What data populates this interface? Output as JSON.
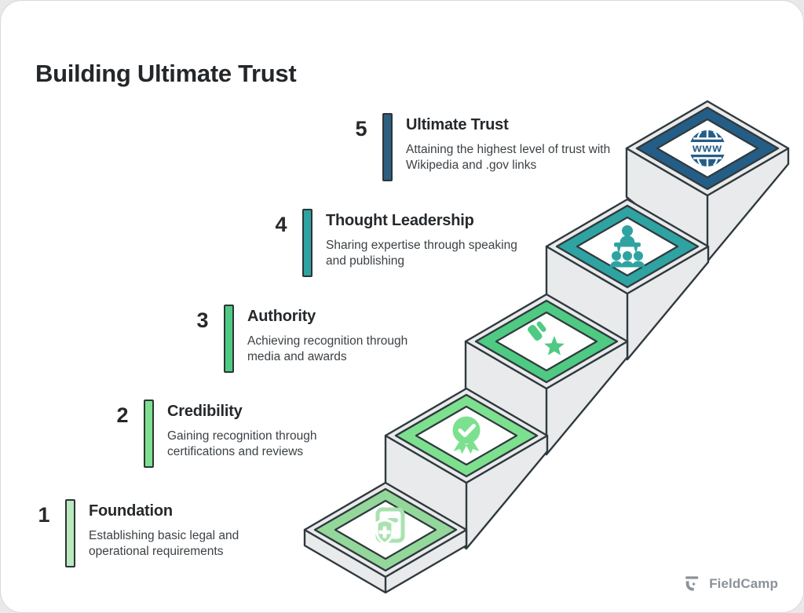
{
  "title": "Building Ultimate Trust",
  "steps": [
    {
      "number": "1",
      "label": "Foundation",
      "description": "Establishing basic legal and operational requirements",
      "color": "#94d79b",
      "bar_color": "#b9e9bd",
      "icon_color": "#a9e2ae",
      "icon": "shield-document-icon"
    },
    {
      "number": "2",
      "label": "Credibility",
      "description": "Gaining recognition through certifications and reviews",
      "color": "#7de08f",
      "bar_color": "#7de08f",
      "icon_color": "#7de08f",
      "icon": "medal-check-icon"
    },
    {
      "number": "3",
      "label": "Authority",
      "description": "Achieving recognition through media and awards",
      "color": "#4fca82",
      "bar_color": "#4fca82",
      "icon_color": "#4fca82",
      "icon": "award-star-icon"
    },
    {
      "number": "4",
      "label": "Thought Leadership",
      "description": "Sharing expertise through speaking and publishing",
      "color": "#2fa3a2",
      "bar_color": "#2fa3a2",
      "icon_color": "#2fa3a2",
      "icon": "speaker-audience-icon"
    },
    {
      "number": "5",
      "label": "Ultimate Trust",
      "description": "Attaining the highest level of trust with Wikipedia and .gov links",
      "color": "#245e86",
      "bar_color": "#2c5f80",
      "icon_color": "#245e86",
      "icon": "www-globe-icon",
      "icon_label": "www"
    }
  ],
  "branding": {
    "logo_text": "FieldCamp",
    "logo_color": "#8b9298"
  },
  "colors": {
    "outline": "#303a3e",
    "stair_face": "#e9eaeb",
    "card_bg": "#ffffff"
  }
}
